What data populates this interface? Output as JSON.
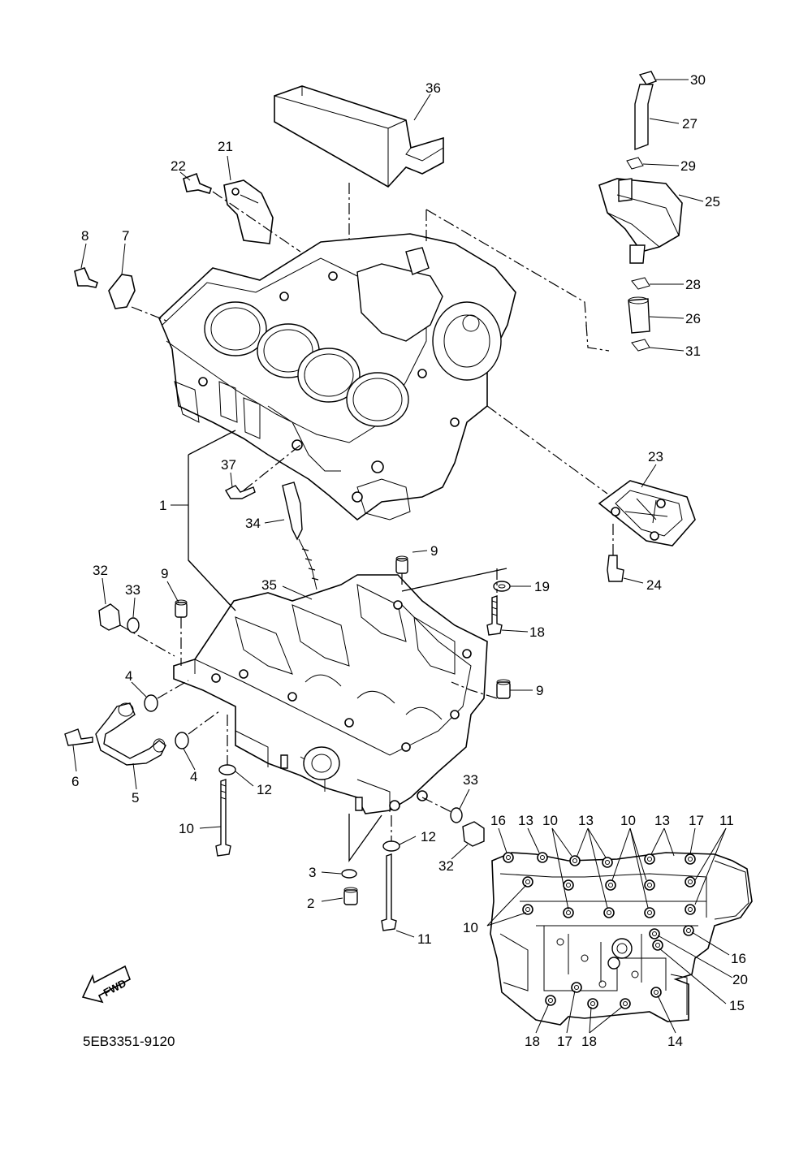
{
  "diagram": {
    "code": "5EB3351-9120",
    "fwd_label": "FWD",
    "labels": {
      "l36": "36",
      "l21": "21",
      "l22": "22",
      "l8": "8",
      "l7": "7",
      "l30": "30",
      "l27": "27",
      "l29": "29",
      "l25": "25",
      "l28": "28",
      "l26": "26",
      "l31": "31",
      "l23": "23",
      "l24": "24",
      "l37": "37",
      "l1": "1",
      "l34": "34",
      "l9a": "9",
      "l19": "19",
      "l35": "35",
      "l18": "18",
      "l32a": "32",
      "l33a": "33",
      "l9b": "9",
      "l9c": "9",
      "l4a": "4",
      "l6": "6",
      "l5": "5",
      "l4b": "4",
      "l12a": "12",
      "l10a": "10",
      "l33b": "33",
      "l32b": "32",
      "l12b": "12",
      "l3": "3",
      "l2": "2",
      "l11a": "11",
      "i16a": "16",
      "i13a": "13",
      "i10a": "10",
      "i13b": "13",
      "i10b": "10",
      "i13c": "13",
      "i17a": "17",
      "i11": "11",
      "i10c": "10",
      "i16b": "16",
      "i20": "20",
      "i15": "15",
      "i18a": "18",
      "i17b": "17",
      "i18b": "18",
      "i14": "14"
    }
  }
}
